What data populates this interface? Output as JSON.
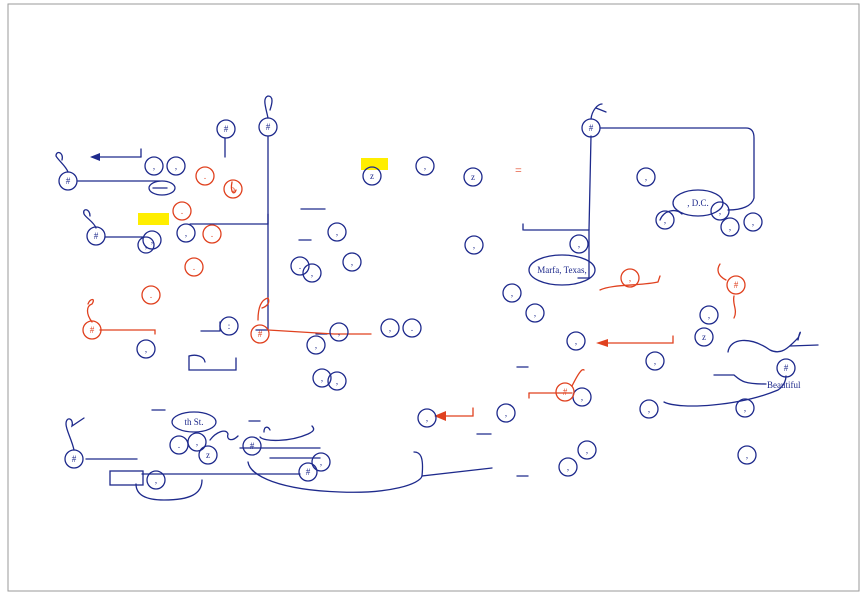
{
  "colors": {
    "ink_blue": "#1e2a8c",
    "ink_red": "#e0411f",
    "highlight": "#ffee00",
    "frame": "#9a9a9a"
  },
  "symbols": {
    "hash": "#",
    "comma": ",",
    "period": ".",
    "zee": "z",
    "colon": ":",
    "cap": "ↄ",
    "equals": "="
  },
  "labels": {
    "th_st": "th St.",
    "dc": ", D.C.",
    "marfa": "Marfa, Texas,",
    "beautiful": "Beautiful"
  }
}
